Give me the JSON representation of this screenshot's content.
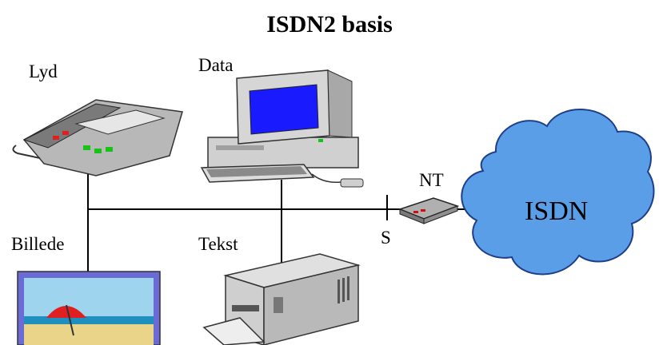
{
  "title": "ISDN2 basis",
  "labels": {
    "sound": "Lyd",
    "data": "Data",
    "picture": "Billede",
    "text": "Tekst",
    "nt": "NT",
    "s": "S",
    "network": "ISDN"
  },
  "colors": {
    "cloud_fill": "#5a9ee8",
    "cloud_stroke": "#1f3e8a",
    "line": "#000000",
    "monitor_screen": "#1a1aff",
    "device_gray": "#c8c8c8",
    "picture_frame": "#6b6bd6",
    "nt_box_red": "#cc1010"
  }
}
